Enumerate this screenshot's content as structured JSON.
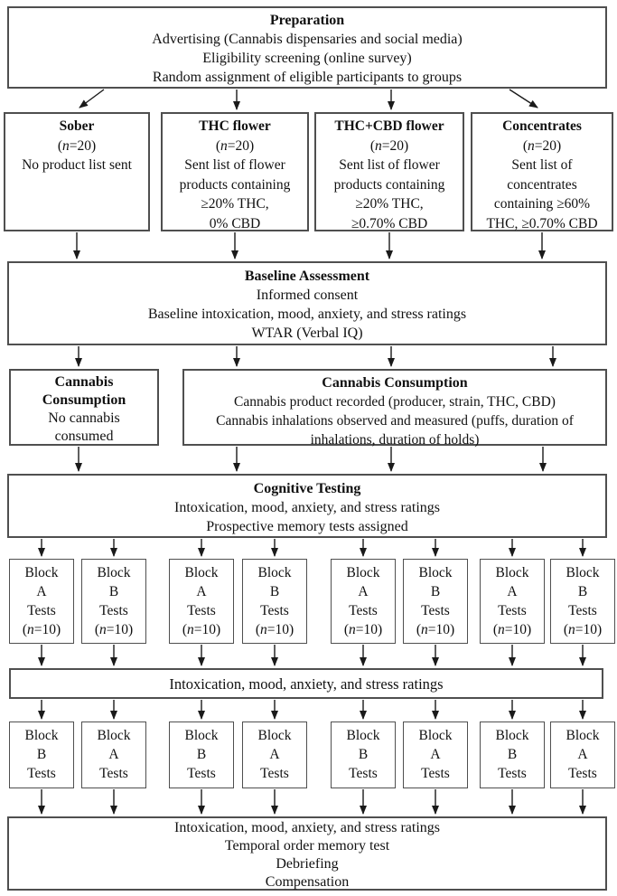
{
  "flow": {
    "preparation": {
      "title": "Preparation",
      "lines": [
        "Advertising (Cannabis dispensaries and social media)",
        "Eligibility screening (online survey)",
        "Random assignment of eligible participants to groups"
      ]
    },
    "groups": [
      {
        "title": "Sober",
        "lines": [
          "(n=20)",
          "No product list sent"
        ]
      },
      {
        "title": "THC flower",
        "lines": [
          "(n=20)",
          "Sent list of flower",
          "products containing",
          "≥20% THC,",
          "0% CBD"
        ]
      },
      {
        "title": "THC+CBD flower",
        "lines": [
          "(n=20)",
          "Sent list of flower",
          "products containing",
          "≥20% THC,",
          "≥0.70% CBD"
        ]
      },
      {
        "title": "Concentrates",
        "lines": [
          "(n=20)",
          "Sent list of",
          "concentrates",
          "containing ≥60%",
          "THC, ≥0.70% CBD"
        ]
      }
    ],
    "baseline": {
      "title": "Baseline Assessment",
      "lines": [
        "Informed consent",
        "Baseline intoxication, mood, anxiety, and stress ratings",
        "WTAR (Verbal IQ)"
      ]
    },
    "consumption_left": {
      "title_lines": [
        "Cannabis",
        "Consumption"
      ],
      "lines": [
        "No cannabis",
        "consumed"
      ]
    },
    "consumption_right": {
      "title": "Cannabis Consumption",
      "lines": [
        "Cannabis product recorded (producer, strain, THC, CBD)",
        "Cannabis inhalations observed and measured (puffs, duration of",
        "inhalations, duration of holds)"
      ]
    },
    "cognitive": {
      "title": "Cognitive Testing",
      "lines": [
        "Intoxication, mood, anxiety, and stress ratings",
        "Prospective memory tests assigned"
      ]
    },
    "block_row_1": [
      {
        "lines": [
          "Block",
          "A",
          "Tests",
          "(n=10)"
        ]
      },
      {
        "lines": [
          "Block",
          "B",
          "Tests",
          "(n=10)"
        ]
      },
      {
        "lines": [
          "Block",
          "A",
          "Tests",
          "(n=10)"
        ]
      },
      {
        "lines": [
          "Block",
          "B",
          "Tests",
          "(n=10)"
        ]
      },
      {
        "lines": [
          "Block",
          "A",
          "Tests",
          "(n=10)"
        ]
      },
      {
        "lines": [
          "Block",
          "B",
          "Tests",
          "(n=10)"
        ]
      },
      {
        "lines": [
          "Block",
          "A",
          "Tests",
          "(n=10)"
        ]
      },
      {
        "lines": [
          "Block",
          "B",
          "Tests",
          "(n=10)"
        ]
      }
    ],
    "ratings_bar": {
      "text": "Intoxication, mood, anxiety, and stress ratings"
    },
    "block_row_2": [
      {
        "lines": [
          "Block",
          "B",
          "Tests"
        ]
      },
      {
        "lines": [
          "Block",
          "A",
          "Tests"
        ]
      },
      {
        "lines": [
          "Block",
          "B",
          "Tests"
        ]
      },
      {
        "lines": [
          "Block",
          "A",
          "Tests"
        ]
      },
      {
        "lines": [
          "Block",
          "B",
          "Tests"
        ]
      },
      {
        "lines": [
          "Block",
          "A",
          "Tests"
        ]
      },
      {
        "lines": [
          "Block",
          "B",
          "Tests"
        ]
      },
      {
        "lines": [
          "Block",
          "A",
          "Tests"
        ]
      }
    ],
    "final": {
      "lines": [
        "Intoxication, mood, anxiety, and stress ratings",
        "Temporal order memory test",
        "Debriefing",
        "Compensation"
      ]
    }
  },
  "colors": {
    "border": "#4f4f4f",
    "text": "#111111",
    "background": "#ffffff",
    "arrow": "#1a1a1a"
  }
}
